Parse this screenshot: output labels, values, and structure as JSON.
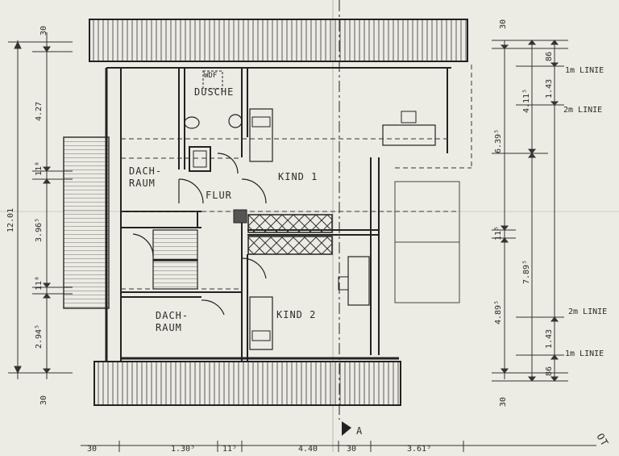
{
  "rooms": {
    "dusche": "DUSCHE",
    "wdf": "WDF",
    "dachraum_top_1": "DACH-",
    "dachraum_top_2": "RAUM",
    "flur": "FLUR",
    "kind1": "KIND 1",
    "dachraum_bottom_1": "DACH-",
    "dachraum_bottom_2": "RAUM",
    "kind2": "KIND 2"
  },
  "left_dims": {
    "top": "30",
    "d1": "4.27",
    "d2": "11⁸",
    "d3": "3.96⁵",
    "d4": "11⁸",
    "d5": "2.94⁵",
    "bottom": "30",
    "overall": "12.01"
  },
  "right_dims": {
    "top": "30",
    "a1": "86",
    "a2": "1.43",
    "a3": "4.11⁵",
    "a4": "6.39⁵",
    "mid": "11⁵",
    "b1": "4.89⁵",
    "b2": "7.89⁵",
    "b3": "1.43",
    "b4": "86",
    "bottom": "30"
  },
  "lines": {
    "top_1m": "1m LINIE",
    "top_2m": "2m LINIE",
    "bottom_2m": "2m LINIE",
    "bottom_1m": "1m LINIE"
  },
  "section_marker": "A",
  "bottom_dims": [
    "30",
    "1.30⁵",
    "11⁵",
    "4.40",
    "30",
    "3.61⁵"
  ],
  "corner_text": "OT"
}
